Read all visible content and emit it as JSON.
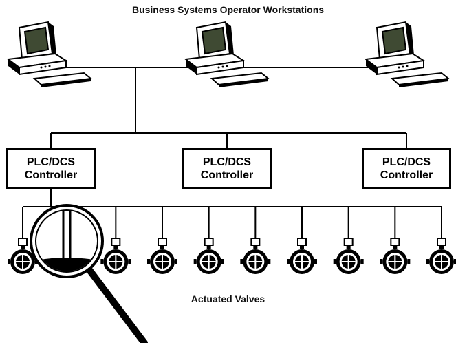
{
  "title": "Business Systems Operator Workstations",
  "workstations": [
    {
      "icon": "computer-workstation-icon"
    },
    {
      "icon": "computer-workstation-icon"
    },
    {
      "icon": "computer-workstation-icon"
    }
  ],
  "controllers": [
    {
      "line1": "PLC/DCS",
      "line2": "Controller"
    },
    {
      "line1": "PLC/DCS",
      "line2": "Controller"
    },
    {
      "line1": "PLC/DCS",
      "line2": "Controller"
    }
  ],
  "valves": {
    "label": "Actuated Valves",
    "count": 10,
    "icon": "actuated-valve-icon"
  },
  "magnifier": {
    "icon": "magnifying-glass-icon"
  },
  "colors": {
    "line": "#000000",
    "screen": "#4a5a3a",
    "background": "#ffffff"
  }
}
